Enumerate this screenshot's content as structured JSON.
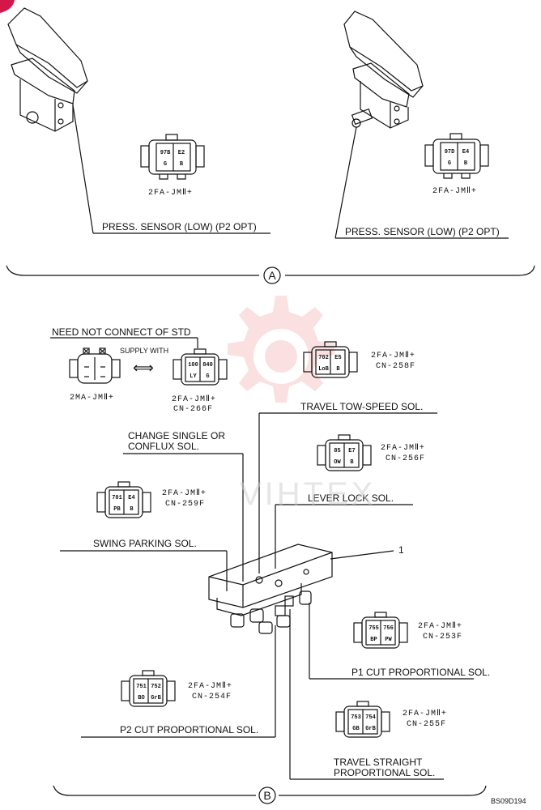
{
  "colors": {
    "line": "#111111",
    "watermark": "#f3a9a9"
  },
  "section_a": {
    "marker": "A",
    "left": {
      "connector": "2FA-JMⅡ+",
      "label": "PRESS. SENSOR (LOW) (P2 OPT)",
      "pins_top": [
        "97B",
        "E2"
      ],
      "pins_bottom": [
        "G",
        "B"
      ]
    },
    "right": {
      "connector": "2FA-JMⅡ+",
      "label": "PRESS. SENSOR (LOW) (P2 OPT)",
      "pins_top": [
        "97D",
        "E4"
      ],
      "pins_bottom": [
        "G",
        "B"
      ]
    }
  },
  "section_b": {
    "marker": "B",
    "need_not": "NEED NOT CONNECT OF STD",
    "supply_with": "SUPPLY WITH",
    "arrow": "⟺",
    "cn266": {
      "connector": "2MA-JMⅡ+",
      "mate_connector": "2FA-JMⅡ+",
      "mate_id": "CN-266F",
      "pins_top": [
        "100",
        "840"
      ],
      "pins_bottom": [
        "LY",
        "G"
      ]
    },
    "cn258": {
      "connector": "2FA-JMⅡ+",
      "id": "CN-258F",
      "pins_top": [
        "702",
        "E5"
      ],
      "pins_bottom": [
        "LoB",
        "B"
      ]
    },
    "cn256": {
      "connector": "2FA-JMⅡ+",
      "id": "CN-256F",
      "pins_top": [
        "85",
        "E7"
      ],
      "pins_bottom": [
        "OW",
        "B"
      ]
    },
    "cn259": {
      "connector": "2FA-JMⅡ+",
      "id": "CN-259F",
      "pins_top": [
        "701",
        "E4"
      ],
      "pins_bottom": [
        "PB",
        "B"
      ]
    },
    "cn253": {
      "connector": "2FA-JMⅡ+",
      "id": "CN-253F",
      "pins_top": [
        "755",
        "756"
      ],
      "pins_bottom": [
        "BP",
        "PW"
      ]
    },
    "cn254": {
      "connector": "2FA-JMⅡ+",
      "id": "CN-254F",
      "pins_top": [
        "751",
        "752"
      ],
      "pins_bottom": [
        "BO",
        "GrB"
      ]
    },
    "cn255": {
      "connector": "2FA-JMⅡ+",
      "id": "CN-255F",
      "pins_top": [
        "753",
        "754"
      ],
      "pins_bottom": [
        "GB",
        "GrB"
      ]
    },
    "labels": {
      "travel_two_speed": "TRAVEL TOW-SPEED SOL.",
      "change_single_1": "CHANGE SINGLE OR",
      "change_single_2": "CONFLUX SOL.",
      "lever_lock": "LEVER LOCK SOL.",
      "swing_parking": "SWING PARKING SOL.",
      "item_number": "1",
      "p1_cut": "P1 CUT PROPORTIONAL SOL.",
      "p2_cut": "P2 CUT PROPORTIONAL SOL.",
      "travel_straight_1": "TRAVEL STRAIGHT",
      "travel_straight_2": "PROPORTIONAL SOL."
    }
  },
  "drawing_code": "BS09D194",
  "watermark_text": "VIHTEX"
}
